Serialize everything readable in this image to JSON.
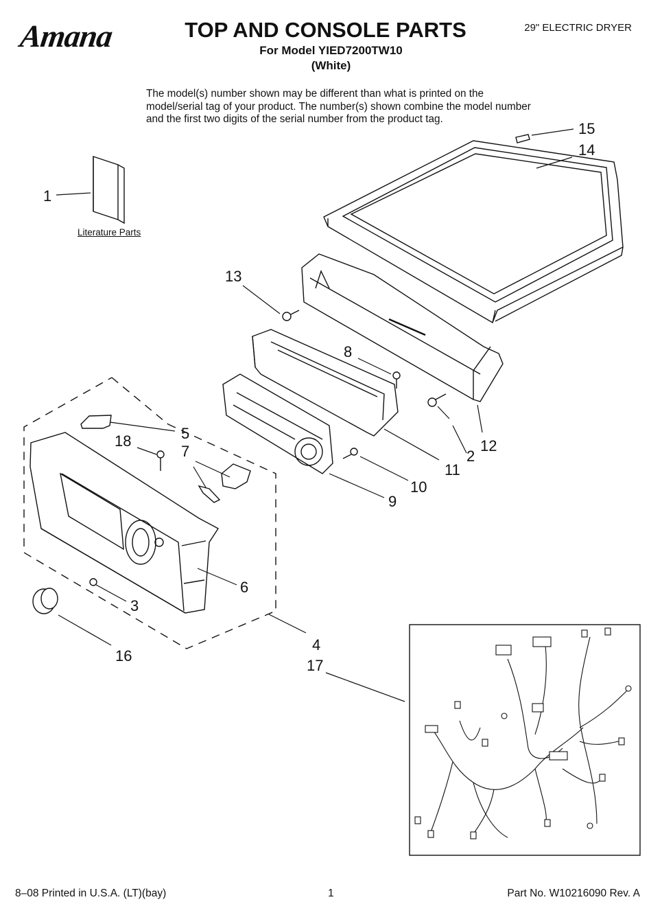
{
  "header": {
    "brand": "Amana",
    "title": "TOP AND CONSOLE PARTS",
    "model_line": "For Model YIED7200TW10",
    "color_line": "(White)",
    "product": "29\" ELECTRIC DRYER"
  },
  "note": "The model(s) number shown may be different than what is printed on the model/serial tag of your product. The number(s) shown combine the model number and the first two digits of the serial number from the product tag.",
  "literature_label": "Literature Parts",
  "callouts": [
    "1",
    "2",
    "3",
    "4",
    "5",
    "6",
    "7",
    "8",
    "9",
    "10",
    "11",
    "12",
    "13",
    "14",
    "15",
    "16",
    "17",
    "18"
  ],
  "footer": {
    "left": "8–08 Printed in U.S.A. (LT)(bay)",
    "page": "1",
    "part": "Part No. W10216090 Rev. A"
  }
}
